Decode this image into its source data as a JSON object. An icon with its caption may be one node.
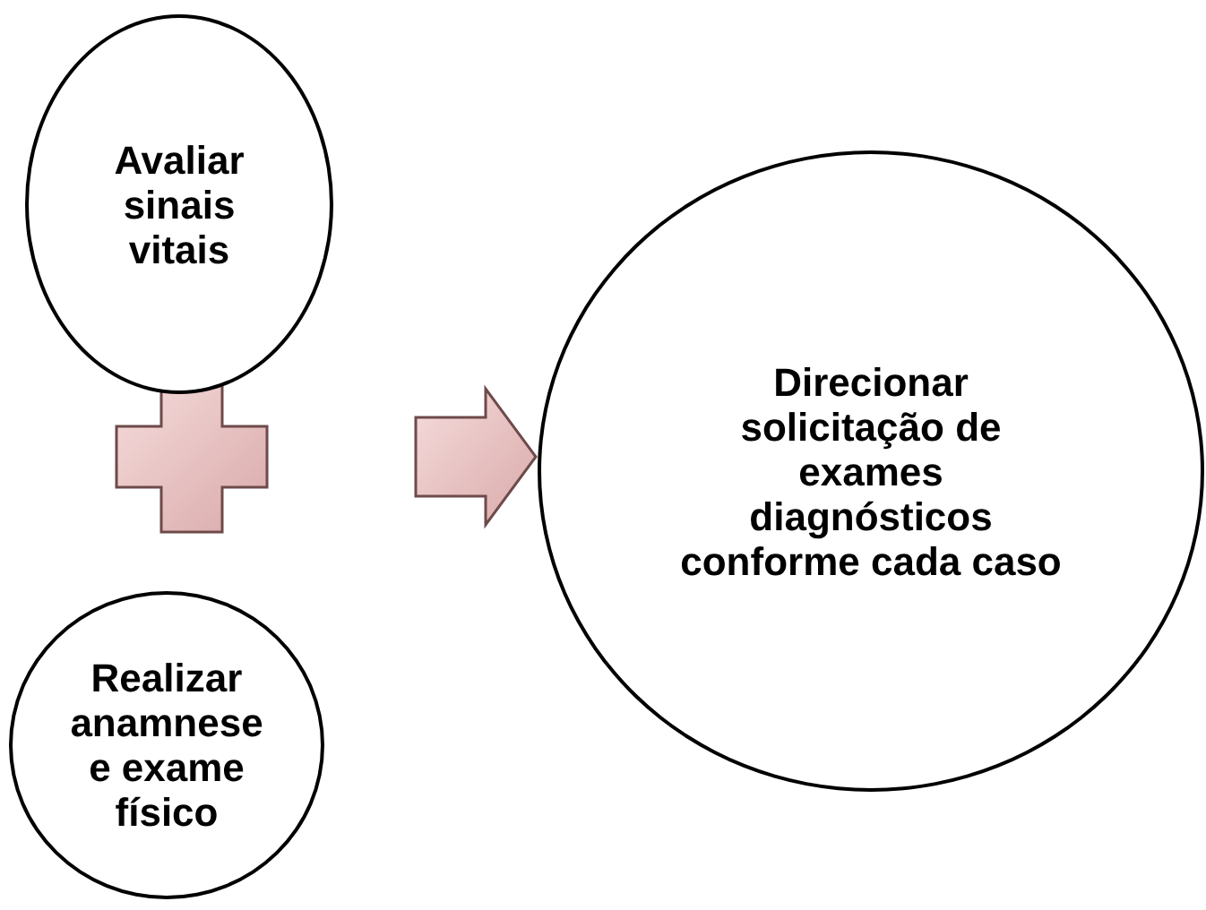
{
  "diagram": {
    "nodes": [
      {
        "text": [
          "Avaliar sinais vitais"
        ]
      },
      {
        "text": [
          "Realizar anamnese e exame físico"
        ]
      },
      {
        "text": [
          "Direcionar solicitação de exames diagnósticos conforme cada caso"
        ]
      }
    ],
    "edges": [
      {
        "from": null,
        "to": 2,
        "arrow": "to"
      }
    ]
  }
}
